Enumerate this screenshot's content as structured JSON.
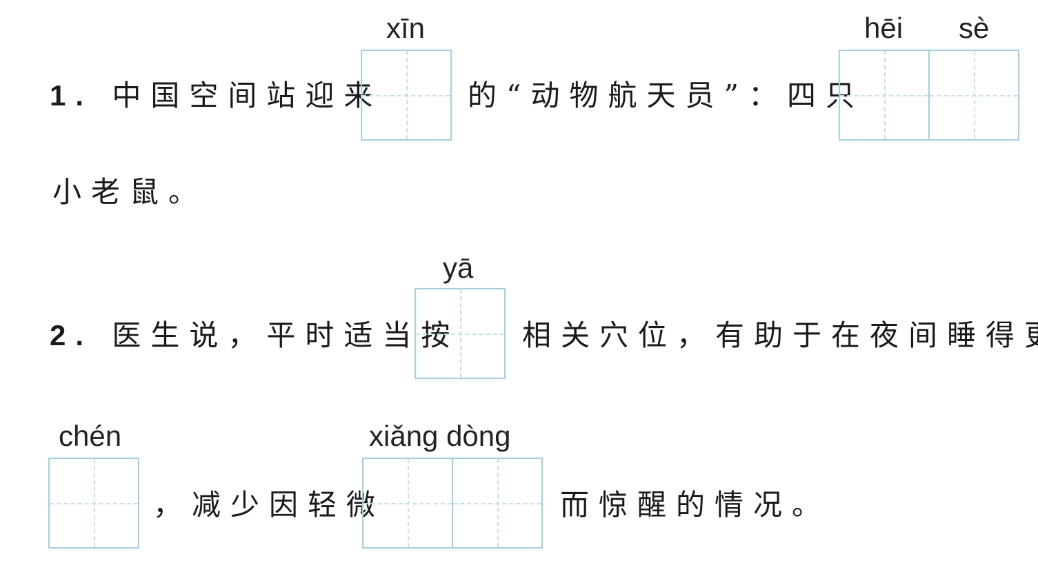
{
  "q1": {
    "number": "1.",
    "text_before": "中国空间站迎来",
    "pinyin_1": "xīn",
    "text_middle": "的“动物航天员”：四只",
    "pinyin_2a": "hēi",
    "pinyin_2b": "sè",
    "text_after": "小老鼠。"
  },
  "q2": {
    "number": "2.",
    "text_before": "医生说，平时适当按",
    "pinyin_1": "yā",
    "text_middle": "相关穴位，有助于在夜间睡得更",
    "pinyin_2": "chén",
    "text_2": "，减少因轻微",
    "pinyin_3": "xiǎng dòng",
    "text_after": "而惊醒的情况。"
  }
}
